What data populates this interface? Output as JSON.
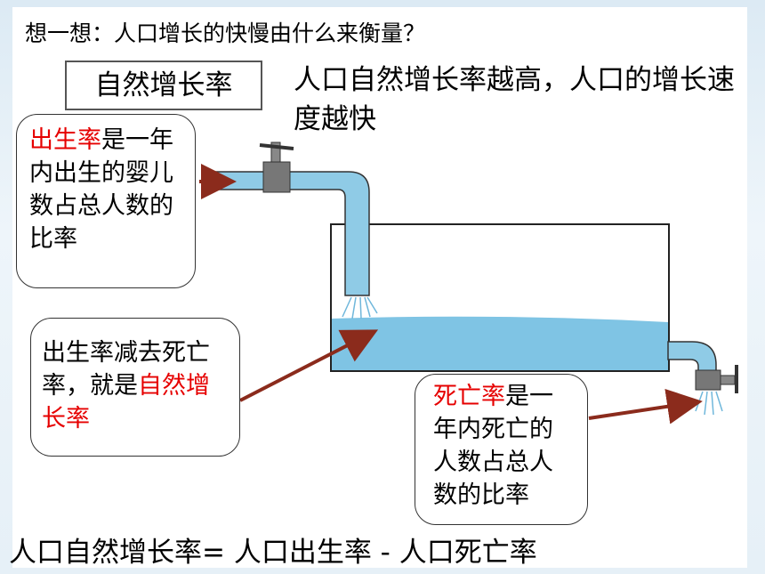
{
  "question": "想一想：人口增长的快慢由什么来衡量？",
  "term": "自然增长率",
  "statement": "人口自然增长率越高，人口的增长速度越快",
  "birth_box": {
    "highlight": "出生率",
    "rest": "是一年内出生的婴儿数占总人数的比率"
  },
  "natural_box": {
    "lead": "出生率减去死亡率，就是",
    "highlight": "自然增长率"
  },
  "death_box": {
    "highlight": "死亡率",
    "rest": "是一年内死亡的人数占总人数的比率"
  },
  "formula": "人口自然增长率= 人口出生率 - 人口死亡率",
  "colors": {
    "water": "#7fc4e4",
    "arrow": "#8b2b1c",
    "highlight": "#e60000"
  }
}
